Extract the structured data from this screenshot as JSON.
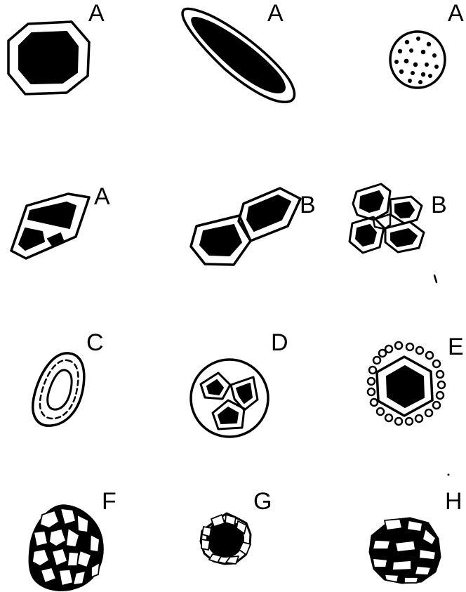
{
  "labels": {
    "a1": "A",
    "a2": "A",
    "a3": "A",
    "a4": "A",
    "b1": "B",
    "b2": "B",
    "c": "C",
    "d": "D",
    "e": "E",
    "f": "F",
    "g": "G",
    "h": "H"
  },
  "colors": {
    "ink": "#000000",
    "paper": "#ffffff"
  }
}
